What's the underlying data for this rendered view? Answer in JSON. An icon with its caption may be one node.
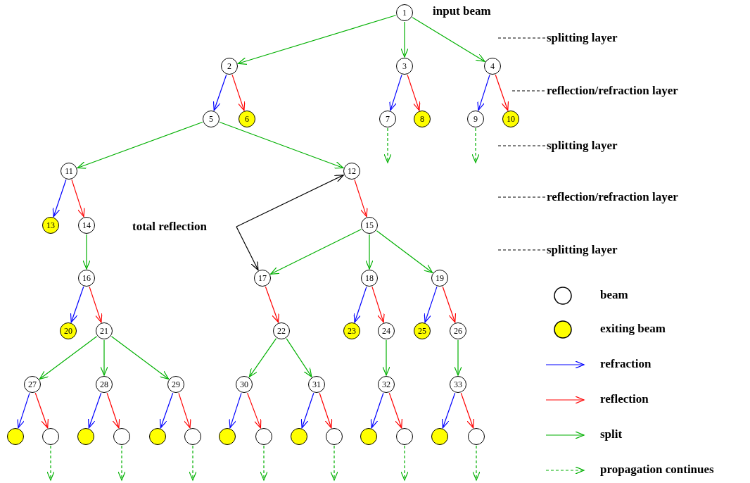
{
  "diagram": {
    "nodes": [
      {
        "text": [
          "1"
        ],
        "beside": [
          "input beam"
        ]
      },
      {
        "text": [
          "2"
        ]
      },
      {
        "text": [
          "3"
        ]
      },
      {
        "text": [
          "4"
        ]
      },
      {
        "text": [
          "5"
        ]
      },
      {
        "text": [
          "6"
        ]
      },
      {
        "text": [
          "7"
        ]
      },
      {
        "text": [
          "8"
        ]
      },
      {
        "text": [
          "9"
        ]
      },
      {
        "text": [
          "10"
        ]
      },
      {
        "text": [
          "11"
        ]
      },
      {
        "text": [
          "12"
        ]
      },
      {
        "text": [
          "13"
        ]
      },
      {
        "text": [
          "14"
        ]
      },
      {
        "text": [
          "15"
        ]
      },
      {
        "text": [
          "16"
        ]
      },
      {
        "text": [
          "17"
        ]
      },
      {
        "text": [
          "18"
        ]
      },
      {
        "text": [
          "19"
        ]
      },
      {
        "text": [
          "20"
        ]
      },
      {
        "text": [
          "21"
        ]
      },
      {
        "text": [
          "22"
        ]
      },
      {
        "text": [
          "23"
        ]
      },
      {
        "text": [
          "24"
        ]
      },
      {
        "text": [
          "25"
        ]
      },
      {
        "text": [
          "26"
        ]
      },
      {
        "text": [
          "27"
        ]
      },
      {
        "text": [
          "28"
        ]
      },
      {
        "text": [
          "29"
        ]
      },
      {
        "text": [
          "30"
        ]
      },
      {
        "text": [
          "31"
        ]
      },
      {
        "text": [
          "32"
        ]
      },
      {
        "text": [
          "33"
        ]
      },
      {
        "text": [],
        "shape": "circle"
      },
      {
        "text": [],
        "shape": "circle"
      },
      {
        "text": [],
        "shape": "circle"
      },
      {
        "text": [],
        "shape": "circle"
      },
      {
        "text": [],
        "shape": "circle"
      },
      {
        "text": [],
        "shape": "circle"
      },
      {
        "text": [],
        "shape": "circle"
      },
      {
        "text": [],
        "shape": "circle"
      },
      {
        "text": [],
        "shape": "circle"
      },
      {
        "text": [],
        "shape": "circle"
      },
      {
        "text": [],
        "shape": "circle"
      },
      {
        "text": [],
        "shape": "circle"
      },
      {
        "text": [],
        "shape": "circle"
      },
      {
        "text": [],
        "shape": "circle"
      },
      {
        "text": [
          "total reflection"
        ]
      }
    ],
    "edges": [
      {
        "from": 0,
        "to": 1,
        "arrow": "to"
      },
      {
        "from": 0,
        "to": 2,
        "arrow": "to"
      },
      {
        "from": 0,
        "to": 3,
        "arrow": "to"
      },
      {
        "from": 1,
        "to": 4,
        "arrow": "to",
        "color": "#0000ff"
      },
      {
        "from": 1,
        "to": 5,
        "arrow": "to",
        "color": "#ff0000"
      },
      {
        "from": 2,
        "to": 6,
        "arrow": "to",
        "color": "#0000ff"
      },
      {
        "from": 2,
        "to": 7,
        "arrow": "to",
        "color": "#ff0000"
      },
      {
        "from": 3,
        "to": 8,
        "arrow": "to",
        "color": "#0000ff"
      },
      {
        "from": 3,
        "to": 9,
        "arrow": "to",
        "color": "#ff0000"
      },
      {
        "from": 4,
        "to": 10,
        "arrow": "to"
      },
      {
        "from": 4,
        "to": 11,
        "arrow": "to"
      },
      {
        "from": 6,
        "to": null,
        "arrow": "to",
        "style": "dashed"
      },
      {
        "from": 8,
        "to": null,
        "arrow": "to",
        "style": "dashed"
      },
      {
        "from": 10,
        "to": 12,
        "arrow": "to",
        "color": "#0000ff"
      },
      {
        "from": 10,
        "to": 13,
        "arrow": "to",
        "color": "#ff0000"
      },
      {
        "from": 11,
        "to": 14,
        "arrow": "to",
        "color": "#ff0000"
      },
      {
        "from": 13,
        "to": 15,
        "arrow": "to"
      },
      {
        "from": 14,
        "to": 16,
        "arrow": "to"
      },
      {
        "from": 14,
        "to": 17,
        "arrow": "to"
      },
      {
        "from": 14,
        "to": 18,
        "arrow": "to"
      },
      {
        "from": 15,
        "to": 19,
        "arrow": "to",
        "color": "#0000ff"
      },
      {
        "from": 15,
        "to": 20,
        "arrow": "to",
        "color": "#ff0000"
      },
      {
        "from": 16,
        "to": 21,
        "arrow": "to",
        "color": "#ff0000"
      },
      {
        "from": 17,
        "to": 22,
        "arrow": "to",
        "color": "#0000ff"
      },
      {
        "from": 17,
        "to": 23,
        "arrow": "to",
        "color": "#ff0000"
      },
      {
        "from": 18,
        "to": 24,
        "arrow": "to",
        "color": "#0000ff"
      },
      {
        "from": 18,
        "to": 25,
        "arrow": "to",
        "color": "#ff0000"
      },
      {
        "from": 20,
        "to": 26,
        "arrow": "to"
      },
      {
        "from": 20,
        "to": 27,
        "arrow": "to"
      },
      {
        "from": 20,
        "to": 28,
        "arrow": "to"
      },
      {
        "from": 21,
        "to": 29,
        "arrow": "to"
      },
      {
        "from": 21,
        "to": 30,
        "arrow": "to"
      },
      {
        "from": 23,
        "to": 31,
        "arrow": "to"
      },
      {
        "from": 25,
        "to": 32,
        "arrow": "to"
      },
      {
        "from": 26,
        "to": 33,
        "arrow": "to",
        "color": "#0000ff"
      },
      {
        "from": 26,
        "to": 34,
        "arrow": "to",
        "color": "#ff0000"
      },
      {
        "from": 27,
        "to": 35,
        "arrow": "to",
        "color": "#0000ff"
      },
      {
        "from": 27,
        "to": 36,
        "arrow": "to",
        "color": "#ff0000"
      },
      {
        "from": 28,
        "to": 37,
        "arrow": "to",
        "color": "#0000ff"
      },
      {
        "from": 28,
        "to": 38,
        "arrow": "to",
        "color": "#ff0000"
      },
      {
        "from": 29,
        "to": 39,
        "arrow": "to",
        "color": "#0000ff"
      },
      {
        "from": 29,
        "to": 40,
        "arrow": "to",
        "color": "#ff0000"
      },
      {
        "from": 30,
        "to": 41,
        "arrow": "to",
        "color": "#0000ff"
      },
      {
        "from": 30,
        "to": 42,
        "arrow": "to",
        "color": "#ff0000"
      },
      {
        "from": 31,
        "to": 43,
        "arrow": "to",
        "color": "#0000ff"
      },
      {
        "from": 31,
        "to": 44,
        "arrow": "to",
        "color": "#ff0000"
      },
      {
        "from": 32,
        "to": 45,
        "arrow": "to",
        "color": "#0000ff"
      },
      {
        "from": 32,
        "to": 46,
        "arrow": "to",
        "color": "#ff0000"
      },
      {
        "from": 34,
        "to": null,
        "arrow": "to",
        "style": "dashed"
      },
      {
        "from": 36,
        "to": null,
        "arrow": "to",
        "style": "dashed"
      },
      {
        "from": 38,
        "to": null,
        "arrow": "to",
        "style": "dashed"
      },
      {
        "from": 40,
        "to": null,
        "arrow": "to",
        "style": "dashed"
      },
      {
        "from": 42,
        "to": null,
        "arrow": "to",
        "style": "dashed"
      },
      {
        "from": 44,
        "to": null,
        "arrow": "to",
        "style": "dashed"
      },
      {
        "from": 46,
        "to": null,
        "arrow": "to",
        "style": "dashed"
      },
      {
        "from": 47,
        "to": 11,
        "arrow": "to",
        "color": "#000000"
      },
      {
        "from": 47,
        "to": 16,
        "arrow": "to",
        "color": "#000000"
      }
    ],
    "labels": [
      "splitting layer",
      "reflection/refraction layer",
      "splitting layer",
      "reflection/refraction layer",
      "splitting layer"
    ],
    "legend": [
      {
        "text": "beam",
        "color": "#ffffff"
      },
      {
        "text": "exiting beam",
        "color": "#ffff00"
      },
      {
        "text": "refraction"
      },
      {
        "text": "reflection"
      },
      {
        "text": "split"
      },
      {
        "text": "propagation continues"
      }
    ]
  }
}
